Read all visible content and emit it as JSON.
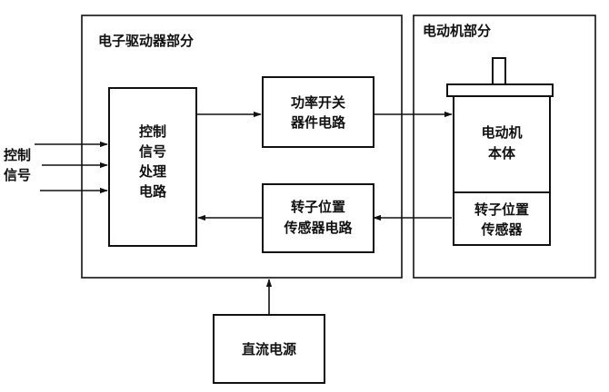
{
  "diagram": {
    "driver_section": {
      "title": "电子驱动器部分"
    },
    "motor_section": {
      "title": "电动机部分"
    },
    "input_label": [
      "控制",
      "信号"
    ],
    "control_block": [
      "控制",
      "信号",
      "处理",
      "电路"
    ],
    "power_switch_block": [
      "功率开关",
      "器件电路"
    ],
    "rotor_sensor_circuit_block": [
      "转子位置",
      "传感器电路"
    ],
    "dc_power_block": "直流电源",
    "motor_body_block": [
      "电动机",
      "本体"
    ],
    "rotor_sensor_block": [
      "转子位置",
      "传感器"
    ]
  }
}
